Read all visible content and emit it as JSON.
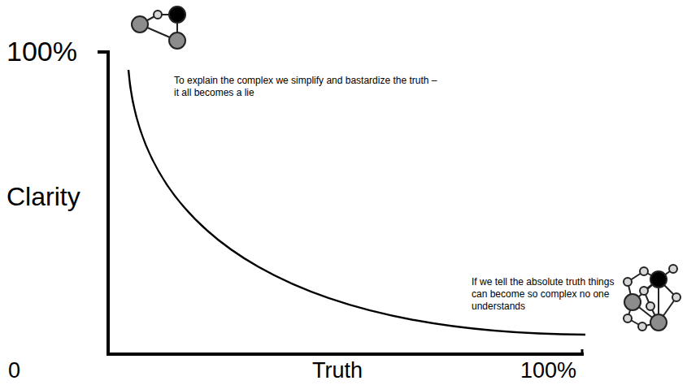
{
  "diagram": {
    "labels": [
      "100%",
      "To explain the complex we simplify and bastardize the truth – it all becomes a lie",
      "Clarity",
      "If we tell the absolute truth things can become so complex no one understands",
      "0",
      "Truth",
      "100%"
    ]
  }
}
